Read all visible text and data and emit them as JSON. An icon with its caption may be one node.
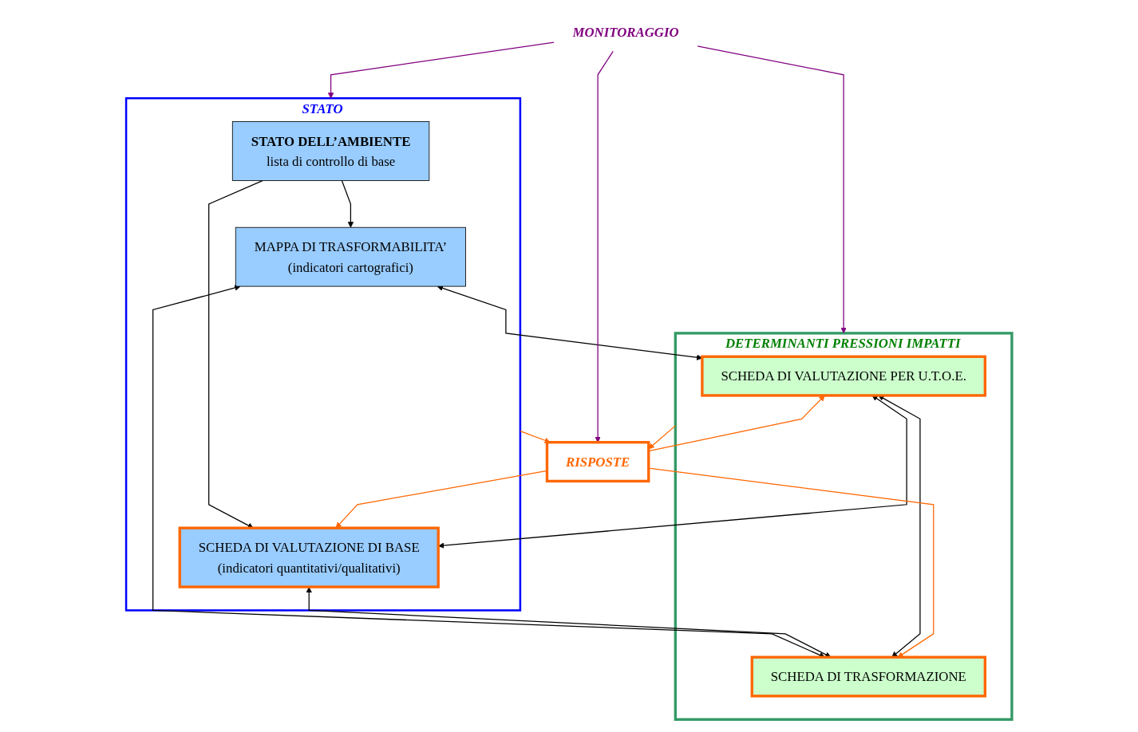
{
  "diagram": {
    "nodes": [
      {
        "text": [
          "STATO"
        ]
      },
      {
        "text": [
          "STATO DELL’AMBIENTE",
          "lista di controllo di base"
        ],
        "in": 0
      },
      {
        "text": [
          "MAPPA DI TRASFORMABILITA’",
          "(indicatori cartografici)"
        ],
        "in": 0
      },
      {
        "text": [
          "SCHEDA DI VALUTAZIONE DI BASE",
          "(indicatori quantitativi/qualitativi)"
        ],
        "in": 0
      },
      {
        "text": [
          "DETERMINANTI PRESSIONI IMPATTI"
        ]
      },
      {
        "text": [
          "SCHEDA DI VALUTAZIONE PER U.T.O.E."
        ],
        "in": 4
      },
      {
        "text": [
          "SCHEDA DI TRASFORMAZIONE"
        ],
        "in": 4
      },
      {
        "text": [
          "RISPOSTE"
        ]
      },
      {
        "text": [
          "MONITORAGGIO"
        ]
      }
    ],
    "edges": [
      {
        "from": 1,
        "to": 2,
        "arrow": "to"
      },
      {
        "from": 1,
        "to": 3,
        "arrow": "to"
      },
      {
        "from": 2,
        "to": 5,
        "arrow": "both"
      },
      {
        "from": 2,
        "to": 6,
        "arrow": "both"
      },
      {
        "from": 3,
        "to": 5,
        "arrow": "both"
      },
      {
        "from": 3,
        "to": 6,
        "arrow": "both"
      },
      {
        "from": 5,
        "to": 6,
        "arrow": "both"
      },
      {
        "from": 0,
        "to": 7,
        "arrow": "to",
        "color": "#ff6600"
      },
      {
        "from": 4,
        "to": 7,
        "arrow": "to",
        "color": "#ff6600"
      },
      {
        "from": 7,
        "to": 3,
        "arrow": "to",
        "color": "#ff6600"
      },
      {
        "from": 7,
        "to": 5,
        "arrow": "to",
        "color": "#ff6600"
      },
      {
        "from": 7,
        "to": 6,
        "arrow": "to",
        "color": "#ff6600"
      },
      {
        "from": 8,
        "to": 0,
        "arrow": "to",
        "color": "#800080"
      },
      {
        "from": 8,
        "to": 4,
        "arrow": "to",
        "color": "#800080"
      },
      {
        "from": 8,
        "to": 7,
        "arrow": "to",
        "color": "#800080"
      }
    ]
  }
}
